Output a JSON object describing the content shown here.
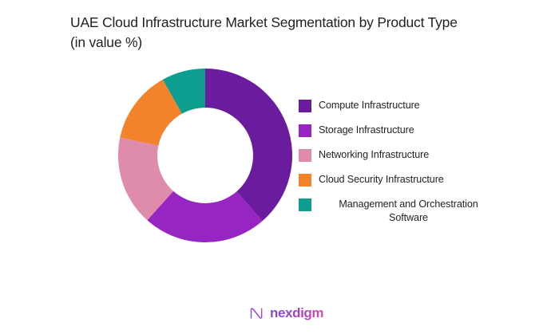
{
  "title": {
    "line1": "UAE Cloud Infrastructure Market Segmentation by Product Type",
    "line2": "(in value %)"
  },
  "brand": {
    "name": "nexdigm",
    "mark_icon": "nexdigm-n-logo-icon"
  },
  "legend": {
    "items": [
      {
        "label": "Compute Infrastructure",
        "color": "#6a1b9e"
      },
      {
        "label": "Storage Infrastructure",
        "color": "#9625c1"
      },
      {
        "label": "Networking Infrastructure",
        "color": "#df8cac"
      },
      {
        "label": "Cloud Security Infrastructure",
        "color": "#f2832a"
      },
      {
        "label": "Management and Orchestration Software",
        "color": "#0e9e90"
      }
    ]
  },
  "chart_data": {
    "type": "pie",
    "variant": "donut",
    "title": "UAE Cloud Infrastructure Market Segmentation by Product Type (in value %)",
    "units": "percent of value",
    "labels": [
      "Compute Infrastructure",
      "Storage Infrastructure",
      "Networking Infrastructure",
      "Cloud Security Infrastructure",
      "Management and Orchestration Software"
    ],
    "values": [
      38.6,
      23.0,
      16.7,
      13.6,
      8.1
    ],
    "colors": [
      "#6a1b9e",
      "#9625c1",
      "#df8cac",
      "#f2832a",
      "#0e9e90"
    ],
    "start_angle_deg": 0,
    "direction": "clockwise",
    "inner_radius_ratio": 0.55,
    "legend_position": "right",
    "data_labels_shown": false,
    "grid": false
  }
}
